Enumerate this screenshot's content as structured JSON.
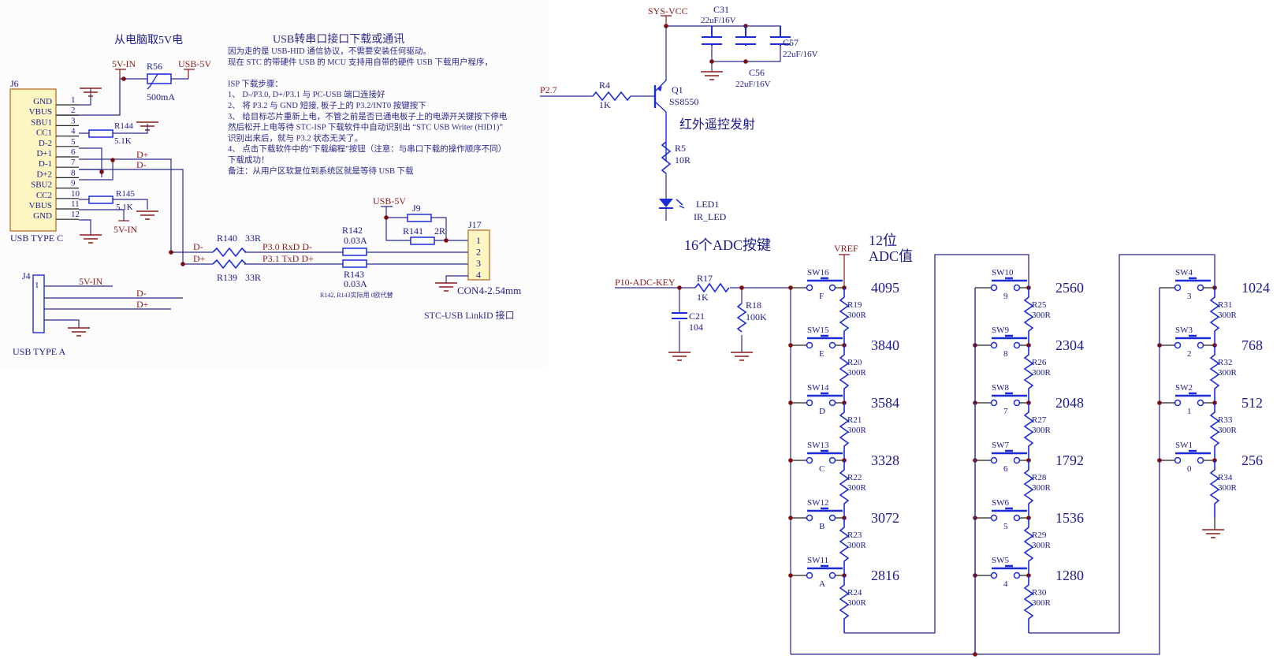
{
  "colors": {
    "wire": "#2b2b8f",
    "component": "#1c2bd8",
    "power": "#8b1a1a",
    "junction": "#7a0d0d",
    "pin_wire": "#222222",
    "connector_fill": "#fdf6c3",
    "connector_stroke": "#b5651d",
    "text_blue": "#1a1a8c",
    "text_red": "#8b1a1a",
    "left_panel_bg": "#fcfcfc"
  },
  "usb_power": {
    "title": "从电脑取5V电",
    "net_5v_in": "5V-IN",
    "fuse_ref": "R56",
    "fuse_value": "500mA",
    "net_usb_5v": "USB-5V"
  },
  "j6": {
    "ref": "J6",
    "caption": "USB TYPE C",
    "pins": [
      {
        "num": "1",
        "name": "GND"
      },
      {
        "num": "2",
        "name": "VBUS"
      },
      {
        "num": "3",
        "name": "SBU1"
      },
      {
        "num": "4",
        "name": "CC1"
      },
      {
        "num": "5",
        "name": "D-2"
      },
      {
        "num": "6",
        "name": "D+1"
      },
      {
        "num": "7",
        "name": "D-1"
      },
      {
        "num": "8",
        "name": "D+2"
      },
      {
        "num": "9",
        "name": "SBU2"
      },
      {
        "num": "10",
        "name": "CC2"
      },
      {
        "num": "11",
        "name": "VBUS"
      },
      {
        "num": "12",
        "name": "GND"
      }
    ],
    "r144_ref": "R144",
    "r144_value": "5.1K",
    "r145_ref": "R145",
    "r145_value": "5.1K",
    "net_5v_in": "5V-IN",
    "net_dp": "D+",
    "net_dm": "D-"
  },
  "j4": {
    "ref": "J4",
    "pin1": "1",
    "caption": "USB TYPE A",
    "net_5v_in": "5V-IN",
    "net_dm": "D-",
    "net_dp": "D+"
  },
  "notes": {
    "title": "USB转串口接口下载或通讯",
    "lines": [
      "因为走的是 USB-HID 通信协议，不需要安装任何驱动。",
      "现在 STC 的带硬件 USB 的 MCU 支持用自带的硬件 USB 下载用户程序，",
      "",
      "ISP 下载步骤：",
      "1、 D-/P3.0, D+/P3.1 与 PC-USB 端口连接好",
      "2、 将 P3.2 与 GND 短接, 板子上的 P3.2/INT0 按键按下",
      "3、 给目标芯片重新上电，不管之前是否已通电板子上的电源开关键按下停电",
      "    然后松开上电等待 STC-ISP 下载软件中自动识别出 “STC USB Writer (HID1)”",
      "      识别出来后，就与 P3.2 状态无关了。",
      "4、 点击下载软件中的“下载编程”按钮（注意：与串口下载的操作顺序不同）",
      "    下载成功！",
      "备注：从用户区软复位到系统区就是等待 USB 下载"
    ]
  },
  "usb_serial": {
    "net_dm": "D-",
    "net_dp": "D+",
    "r140_ref": "R140",
    "r140_value": "33R",
    "r139_ref": "R139",
    "r139_value": "33R",
    "line1_label": "P3.0  RxD  D-",
    "line2_label": "P3.1  TxD  D+",
    "r142_ref": "R142",
    "r142_value": "0.03A",
    "r143_ref": "R143",
    "r143_value": "0.03A",
    "fuse_note": "R142, R143实际用 0欧代替",
    "net_usb_5v": "USB-5V",
    "j9_ref": "J9",
    "r141_ref": "R141",
    "r141_value": "2R",
    "j17_ref": "J17",
    "j17_pins": [
      "1",
      "2",
      "3",
      "4"
    ],
    "j17_value": "CON4-2.54mm",
    "caption": "STC-USB LinkID 接口"
  },
  "ir": {
    "net_vcc": "SYS-VCC",
    "c31_ref": "C31",
    "c31_value": "22uF/16V",
    "c56_ref": "C56",
    "c56_value": "22uF/16V",
    "c57_ref": "C57",
    "c57_value": "22uF/16V",
    "net_p27": "P2.7",
    "r4_ref": "R4",
    "r4_value": "1K",
    "q1_ref": "Q1",
    "q1_value": "SS8550",
    "title": "红外遥控发射",
    "r5_ref": "R5",
    "r5_value": "10R",
    "led_ref": "LED1",
    "led_value": "IR_LED"
  },
  "adc": {
    "title": "16个ADC按键",
    "subtitle_1": "12位",
    "subtitle_2": "ADC值",
    "net_vref": "VREF",
    "net_key": "P10-ADC-KEY",
    "r17_ref": "R17",
    "r17_value": "1K",
    "r18_ref": "R18",
    "r18_value": "100K",
    "c21_ref": "C21",
    "c21_value": "104",
    "columns": [
      [
        {
          "sw": "SW16",
          "key": "F",
          "adc": "4095",
          "r": "R19",
          "rv": "300R"
        },
        {
          "sw": "SW15",
          "key": "E",
          "adc": "3840",
          "r": "R20",
          "rv": "300R"
        },
        {
          "sw": "SW14",
          "key": "D",
          "adc": "3584",
          "r": "R21",
          "rv": "300R"
        },
        {
          "sw": "SW13",
          "key": "C",
          "adc": "3328",
          "r": "R22",
          "rv": "300R"
        },
        {
          "sw": "SW12",
          "key": "B",
          "adc": "3072",
          "r": "R23",
          "rv": "300R"
        },
        {
          "sw": "SW11",
          "key": "A",
          "adc": "2816",
          "r": "R24",
          "rv": "300R"
        }
      ],
      [
        {
          "sw": "SW10",
          "key": "9",
          "adc": "2560",
          "r": "R25",
          "rv": "300R"
        },
        {
          "sw": "SW9",
          "key": "8",
          "adc": "2304",
          "r": "R26",
          "rv": "300R"
        },
        {
          "sw": "SW8",
          "key": "7",
          "adc": "2048",
          "r": "R27",
          "rv": "300R"
        },
        {
          "sw": "SW7",
          "key": "6",
          "adc": "1792",
          "r": "R28",
          "rv": "300R"
        },
        {
          "sw": "SW6",
          "key": "5",
          "adc": "1536",
          "r": "R29",
          "rv": "300R"
        },
        {
          "sw": "SW5",
          "key": "4",
          "adc": "1280",
          "r": "R30",
          "rv": "300R"
        }
      ],
      [
        {
          "sw": "SW4",
          "key": "3",
          "adc": "1024",
          "r": "R31",
          "rv": "300R"
        },
        {
          "sw": "SW3",
          "key": "2",
          "adc": "768",
          "r": "R32",
          "rv": "300R"
        },
        {
          "sw": "SW2",
          "key": "1",
          "adc": "512",
          "r": "R33",
          "rv": "300R"
        },
        {
          "sw": "SW1",
          "key": "0",
          "adc": "256",
          "r": "R34",
          "rv": "300R"
        }
      ]
    ]
  }
}
